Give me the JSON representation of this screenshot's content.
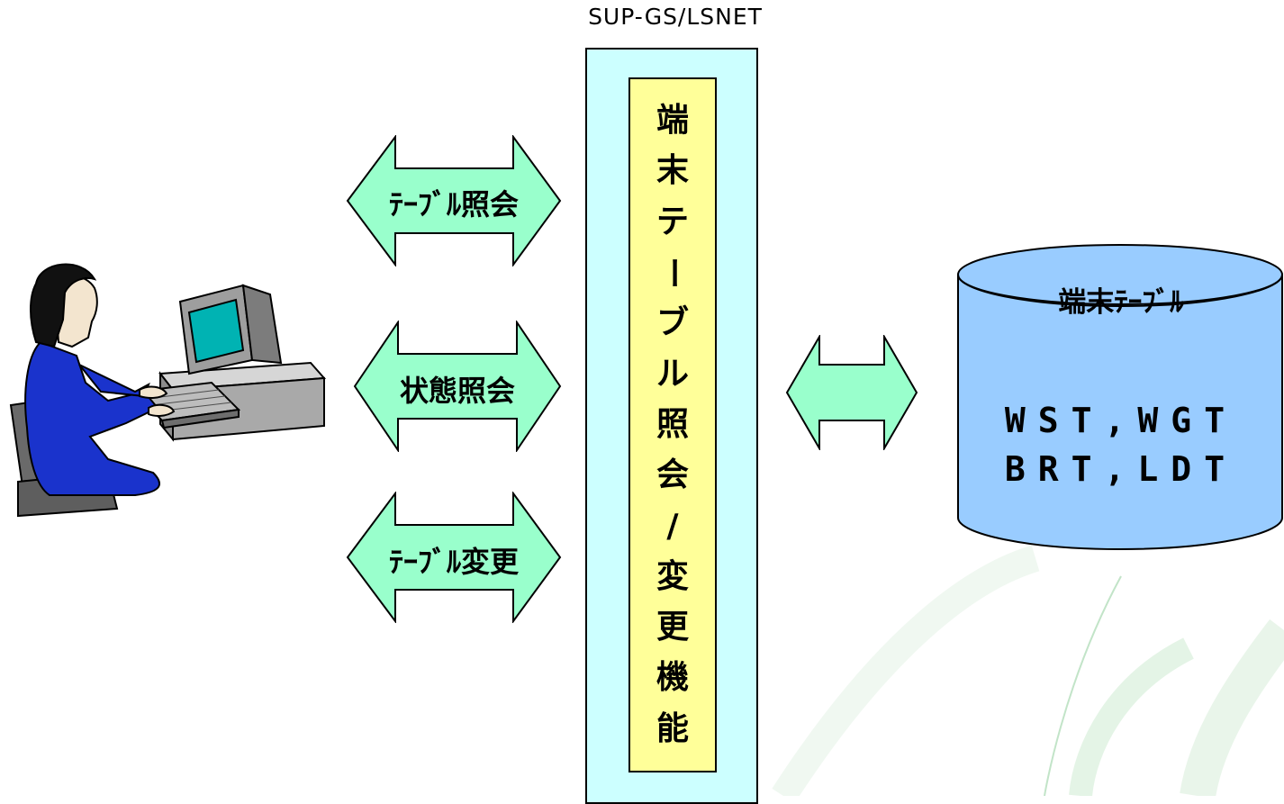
{
  "server": {
    "title": "SUP-GS/LSNET",
    "function_chars": [
      "端",
      "末",
      "テ",
      "ー",
      "ブ",
      "ル",
      "照",
      "会",
      "/",
      "変",
      "更",
      "機",
      "能"
    ]
  },
  "arrows": {
    "table_inquiry": "ﾃｰﾌﾞﾙ照会",
    "status_inquiry": "状態照会",
    "table_change": "ﾃｰﾌﾞﾙ変更"
  },
  "database": {
    "name": "端末ﾃｰﾌﾞﾙ",
    "line1": "WST,WGT",
    "line2": "BRT,LDT"
  },
  "colors": {
    "arrow_fill": "#99ffcc",
    "server_fill": "#ccffff",
    "function_fill": "#ffff99",
    "db_fill": "#99ccff",
    "user_suit": "#1a33cc",
    "monitor_screen": "#00b3b3"
  }
}
